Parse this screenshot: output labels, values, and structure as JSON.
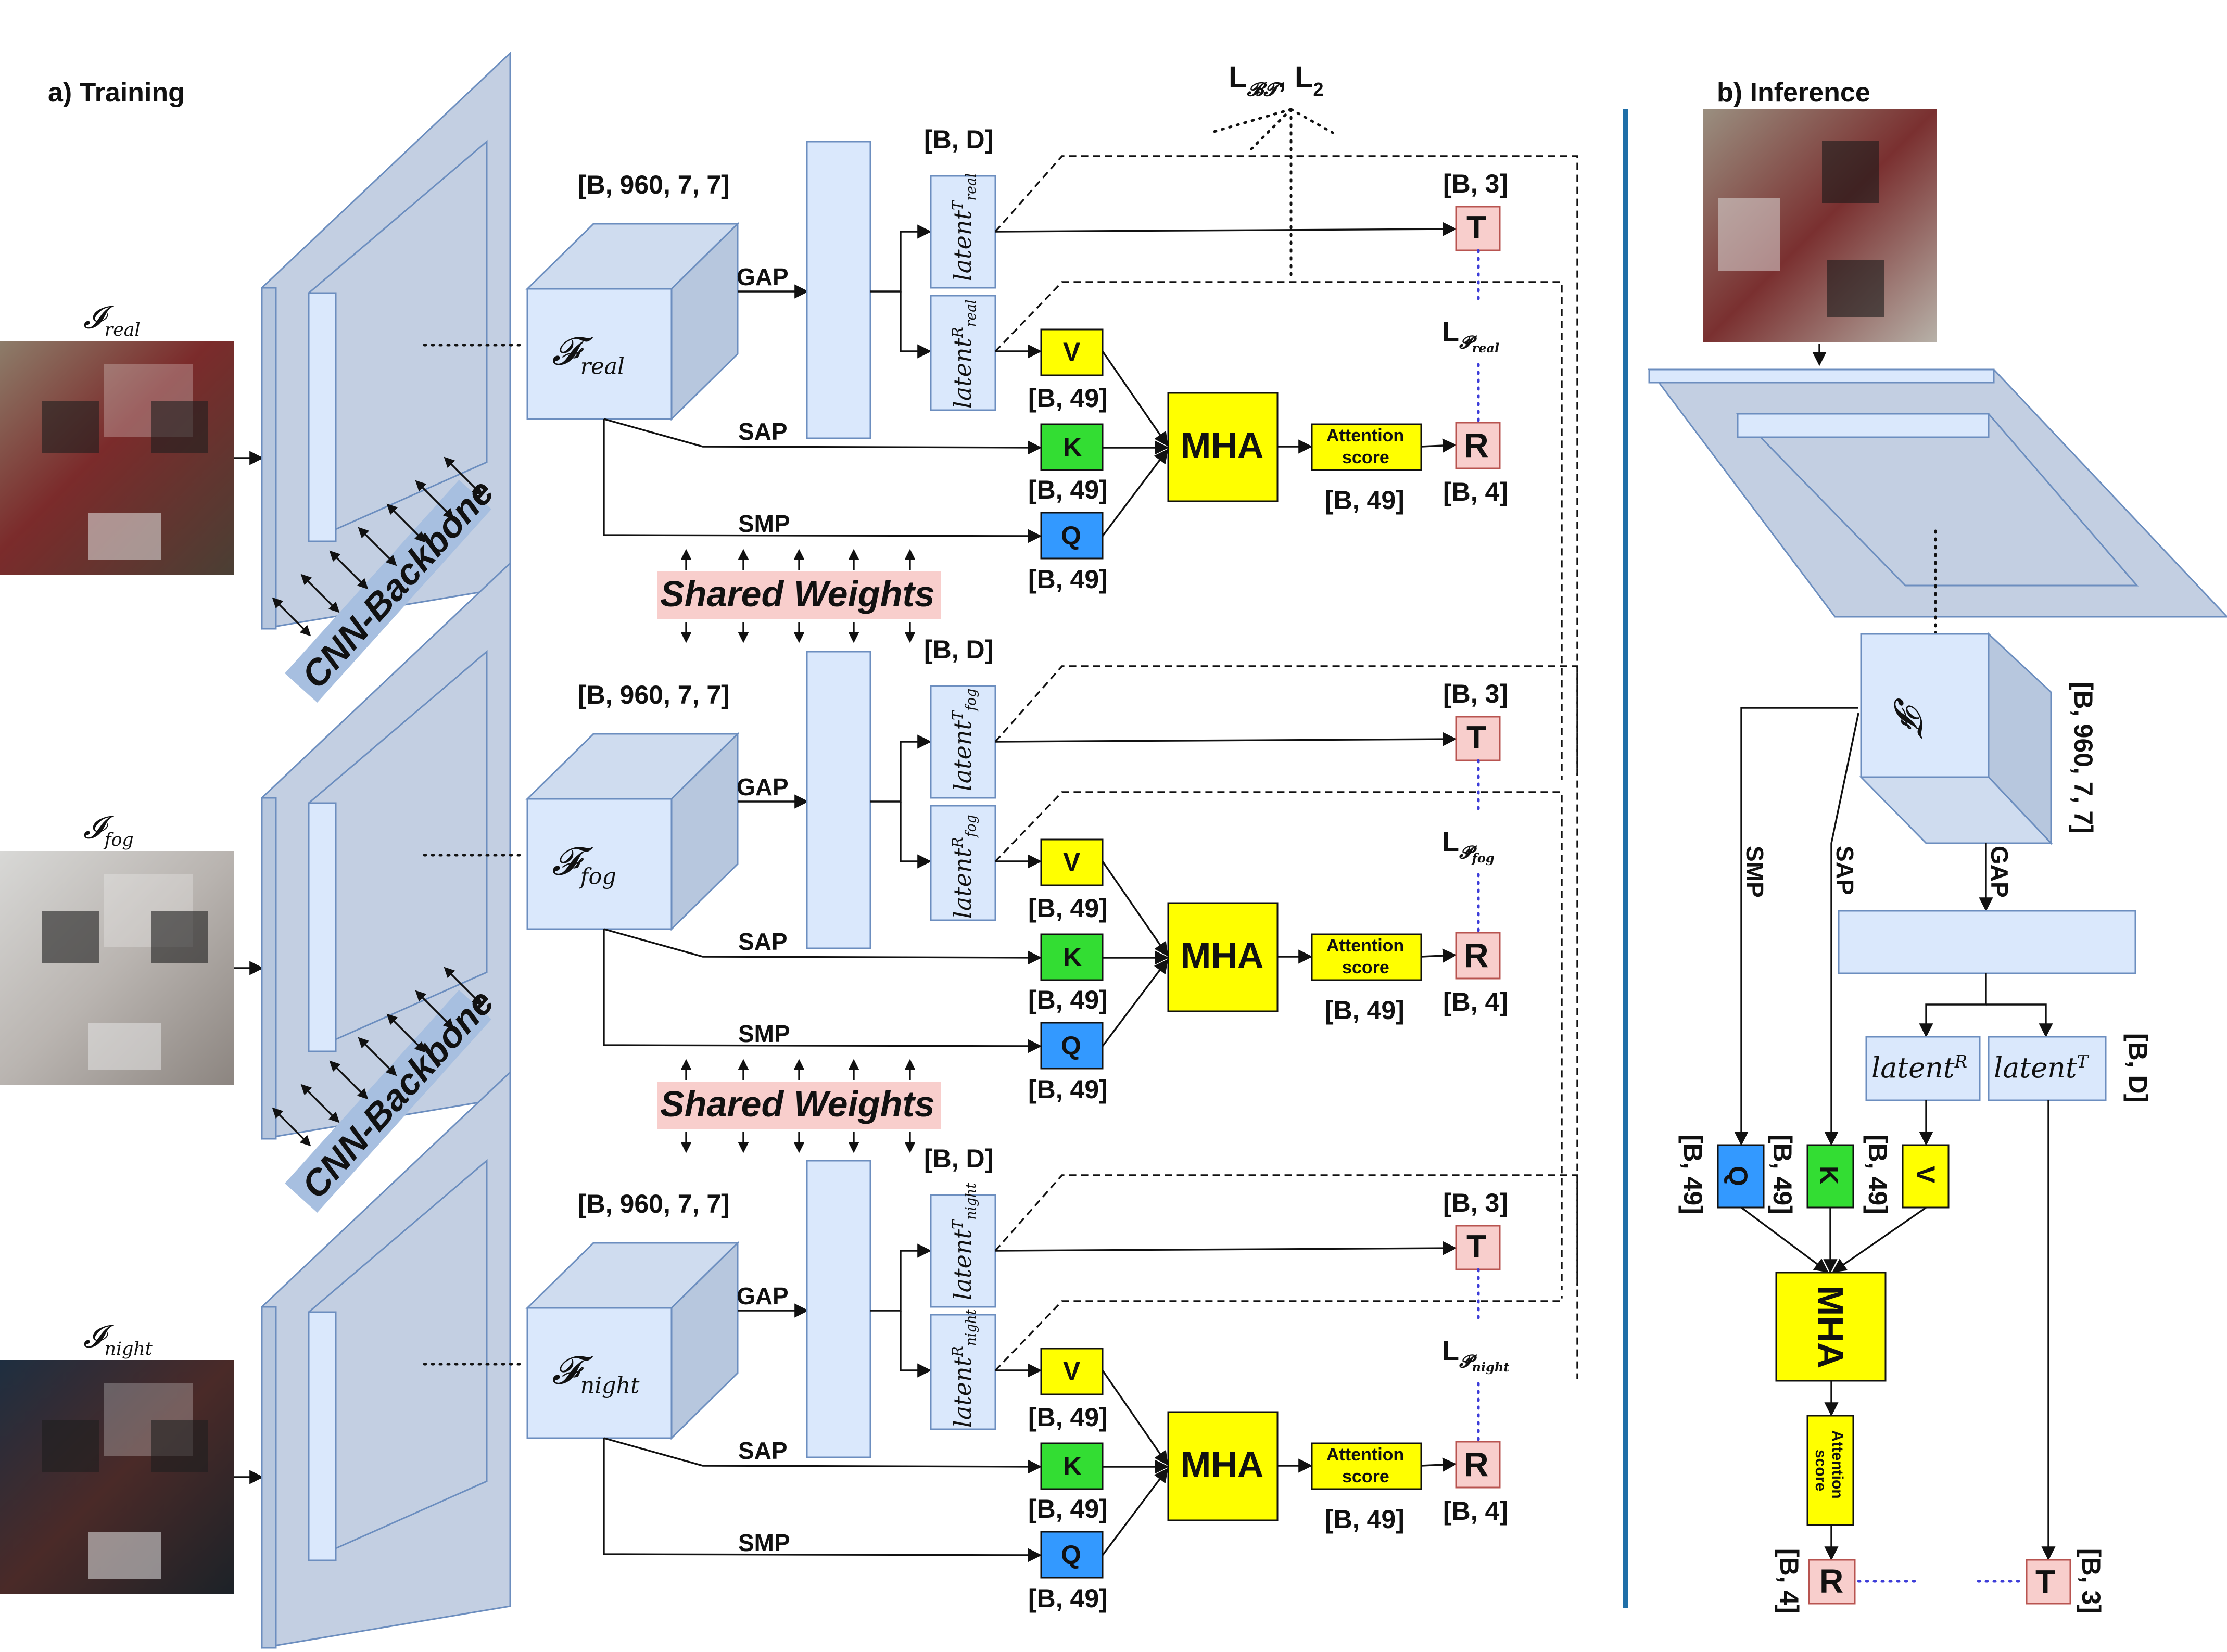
{
  "training": {
    "title": "a) Training",
    "backbone_label": "CNN-Backbone",
    "shared_weights": "Shared Weights",
    "loss_shared": "L",
    "loss_shared_sub": "𝓑𝓣",
    "loss_shared_rest": ", L",
    "loss_shared_rest_sub": "2",
    "branches": [
      {
        "input_symbol": "𝓘",
        "input_sub": "real",
        "feature_symbol": "𝓕",
        "feature_sub": "real",
        "feature_shape": "[B, 960, 7, 7]",
        "gap": "GAP",
        "sap": "SAP",
        "smp": "SMP",
        "latent_t": "latent",
        "latent_t_sup": "T",
        "latent_t_sub": "real",
        "latent_r": "latent",
        "latent_r_sup": "R",
        "latent_r_sub": "real",
        "bd_shape": "[B, D]",
        "v": "V",
        "k": "K",
        "q": "Q",
        "v_shape": "[B, 49]",
        "k_shape": "[B, 49]",
        "q_shape": "[B, 49]",
        "mha": "MHA",
        "attention_line1": "Attention",
        "attention_line2": "score",
        "attention_shape": "[B, 49]",
        "t": "T",
        "t_shape": "[B, 3]",
        "r": "R",
        "r_shape": "[B, 4]",
        "loss_p": "L",
        "loss_p_sub": "𝓟",
        "loss_p_subsub": "real"
      },
      {
        "input_symbol": "𝓘",
        "input_sub": "fog",
        "feature_symbol": "𝓕",
        "feature_sub": "fog",
        "feature_shape": "[B, 960, 7, 7]",
        "gap": "GAP",
        "sap": "SAP",
        "smp": "SMP",
        "latent_t": "latent",
        "latent_t_sup": "T",
        "latent_t_sub": "fog",
        "latent_r": "latent",
        "latent_r_sup": "R",
        "latent_r_sub": "fog",
        "bd_shape": "[B, D]",
        "v": "V",
        "k": "K",
        "q": "Q",
        "v_shape": "[B, 49]",
        "k_shape": "[B, 49]",
        "q_shape": "[B, 49]",
        "mha": "MHA",
        "attention_line1": "Attention",
        "attention_line2": "score",
        "attention_shape": "[B, 49]",
        "t": "T",
        "t_shape": "[B, 3]",
        "r": "R",
        "r_shape": "[B, 4]",
        "loss_p": "L",
        "loss_p_sub": "𝓟",
        "loss_p_subsub": "fog"
      },
      {
        "input_symbol": "𝓘",
        "input_sub": "night",
        "feature_symbol": "𝓕",
        "feature_sub": "night",
        "feature_shape": "[B, 960, 7, 7]",
        "gap": "GAP",
        "sap": "SAP",
        "smp": "SMP",
        "latent_t": "latent",
        "latent_t_sup": "T",
        "latent_t_sub": "night",
        "latent_r": "latent",
        "latent_r_sup": "R",
        "latent_r_sub": "night",
        "bd_shape": "[B, D]",
        "v": "V",
        "k": "K",
        "q": "Q",
        "v_shape": "[B, 49]",
        "k_shape": "[B, 49]",
        "q_shape": "[B, 49]",
        "mha": "MHA",
        "attention_line1": "Attention",
        "attention_line2": "score",
        "attention_shape": "[B, 49]",
        "t": "T",
        "t_shape": "[B, 3]",
        "r": "R",
        "r_shape": "[B, 4]",
        "loss_p": "L",
        "loss_p_sub": "𝓟",
        "loss_p_subsub": "night"
      }
    ]
  },
  "inference": {
    "title": "b) Inference",
    "feature_symbol": "𝓕",
    "feature_shape": "[B, 960, 7, 7]",
    "gap": "GAP",
    "sap": "SAP",
    "smp": "SMP",
    "latent_r": "latent",
    "latent_r_sup": "R",
    "latent_t": "latent",
    "latent_t_sup": "T",
    "bd_shape": "[B, D]",
    "q": "Q",
    "k": "K",
    "v": "V",
    "q_shape": "[B, 49]",
    "k_shape": "[B, 49]",
    "v_shape": "[B, 49]",
    "mha": "MHA",
    "attention_line1": "Attention",
    "attention_line2": "score",
    "r": "R",
    "r_shape": "[B, 4]",
    "t": "T",
    "t_shape": "[B, 3]"
  },
  "colors": {
    "backbone": "#c3cfe2",
    "light_blue": "#dae8fc",
    "border_blue": "#6c8ebf",
    "v_box": "#ffff00",
    "k_box": "#33dd33",
    "q_box": "#3399ff",
    "mha": "#ffff00",
    "pose_box": "#f8cecc",
    "shared_bg": "#f8cecc",
    "divider": "#1f6fa8",
    "backbone_label_bg": "#a7bfe0"
  },
  "icons": [
    "arrow-icon",
    "photo-real",
    "photo-fog",
    "photo-night",
    "photo-inference"
  ]
}
